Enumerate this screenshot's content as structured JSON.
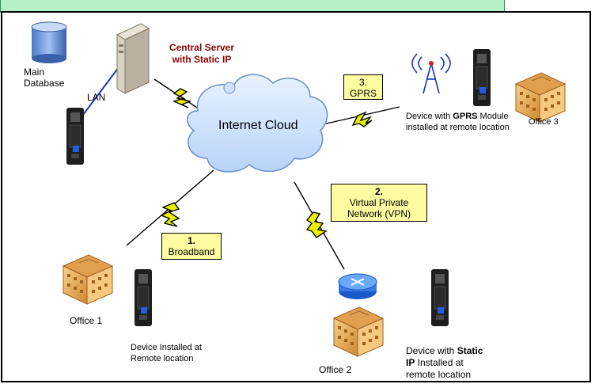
{
  "server_label_line1": "Central Server",
  "server_label_line2": "with Static IP",
  "database_label_line1": "Main",
  "database_label_line2": "Database",
  "lan_label": "LAN",
  "cloud_label": "Internet Cloud",
  "gprs_badge": {
    "number": "3.",
    "text": "GPRS"
  },
  "vpn_badge": {
    "number": "2.",
    "line1": "Virtual Private",
    "line2": "Network (VPN)"
  },
  "broadband_badge": {
    "number": "1.",
    "text": "Broadband"
  },
  "office1_label": "Office 1",
  "office2_label": "Office 2",
  "office3_label": "Office 3",
  "device_gprs": {
    "prefix": "Device with ",
    "bold": "GPRS",
    "suffix": " Module",
    "line2": "installed at remote location"
  },
  "device_remote": {
    "line1": "Device Installed at",
    "line2": "Remote location"
  },
  "device_static": {
    "prefix": "Device with ",
    "bold1": "Static",
    "bold2": "IP",
    "suffix": " Installed at",
    "line3": "remote location"
  },
  "colors": {
    "banner": "#b6f0c8",
    "badge": "#fdfca0",
    "server_text": "#8b0000",
    "lightning": "#e8f000",
    "building": "#f0b060"
  }
}
